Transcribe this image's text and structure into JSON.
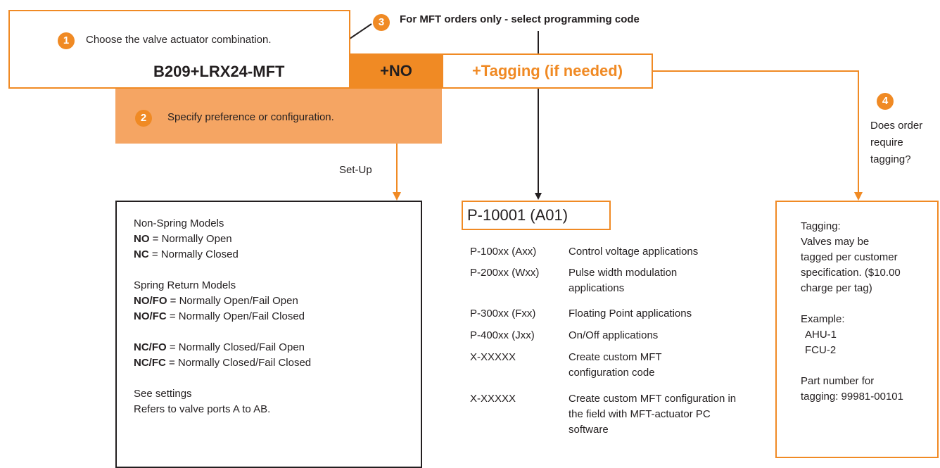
{
  "step1": {
    "number": "1",
    "text": "Choose the valve actuator combination.",
    "product": "B209+LRX24-MFT"
  },
  "step2": {
    "number": "2",
    "text": "Specify preference or configuration.",
    "setup_label": "Set-Up"
  },
  "step3": {
    "number": "3",
    "text": "For MFT orders only - select programming code"
  },
  "step4": {
    "number": "4",
    "text": [
      "Does order",
      "require",
      "tagging?"
    ]
  },
  "order_bar": {
    "no_code": "+NO",
    "tagging": "+Tagging (if needed)"
  },
  "setup_box": {
    "nonspring_title": "Non-Spring Models",
    "nonspring": [
      {
        "code": "NO",
        "desc": " = Normally Open"
      },
      {
        "code": "NC",
        "desc": " = Normally Closed"
      }
    ],
    "spring_title": "Spring Return Models",
    "spring_a": [
      {
        "code": "NO/FO",
        "desc": " = Normally Open/Fail Open"
      },
      {
        "code": "NO/FC",
        "desc": " = Normally Open/Fail Closed"
      }
    ],
    "spring_b": [
      {
        "code": "NC/FO",
        "desc": " = Normally Closed/Fail Open"
      },
      {
        "code": "NC/FC",
        "desc": " = Normally Closed/Fail Closed"
      }
    ],
    "see_settings": "See settings",
    "ports": "Refers to valve ports A to AB."
  },
  "programming": {
    "selected": "P-10001 (A01)",
    "rows": [
      {
        "code": "P-100xx (Axx)",
        "desc": "Control voltage applications"
      },
      {
        "code": "P-200xx (Wxx)",
        "desc": "Pulse width modulation applications"
      },
      {
        "code": "P-300xx (Fxx)",
        "desc": "Floating Point applications"
      },
      {
        "code": "P-400xx (Jxx)",
        "desc": "On/Off applications"
      },
      {
        "code": "X-XXXXX",
        "desc": "Create custom MFT configuration code"
      },
      {
        "code": "X-XXXXX",
        "desc": "Create custom MFT configuration in the field with MFT-actuator PC software"
      }
    ]
  },
  "tagging_box": {
    "lines": [
      "Tagging:",
      "Valves may be",
      "tagged per customer",
      "specification. ($10.00",
      "charge per tag)"
    ],
    "example_label": "Example:",
    "examples": [
      "AHU-1",
      "FCU-2"
    ],
    "part_lines": [
      "Part number for",
      "tagging: 99981-00101"
    ]
  },
  "colors": {
    "accent": "#f08a24",
    "accent_fill": "#f5a563",
    "text": "#231f20"
  }
}
